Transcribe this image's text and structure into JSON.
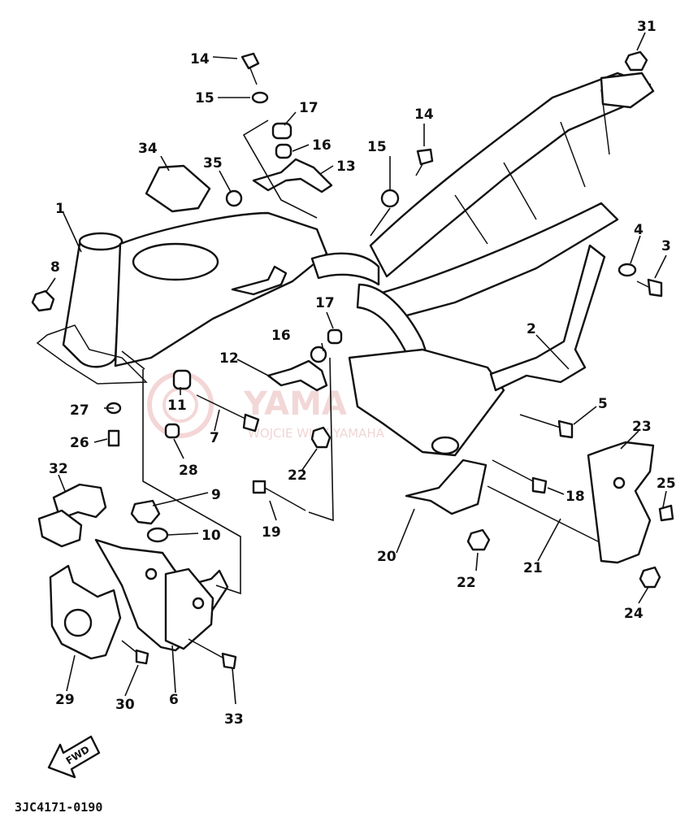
{
  "diagram_code": "3JC4171-0190",
  "watermark": {
    "title": "YAMA",
    "subtitle": "WOJCIE    WICZ      YAMAHA"
  },
  "fwd_label": "FWD",
  "callouts": [
    {
      "id": "c1",
      "label": "1"
    },
    {
      "id": "c2",
      "label": "2"
    },
    {
      "id": "c3",
      "label": "3"
    },
    {
      "id": "c4",
      "label": "4"
    },
    {
      "id": "c5",
      "label": "5"
    },
    {
      "id": "c6",
      "label": "6"
    },
    {
      "id": "c7",
      "label": "7"
    },
    {
      "id": "c8",
      "label": "8"
    },
    {
      "id": "c9",
      "label": "9"
    },
    {
      "id": "c10",
      "label": "10"
    },
    {
      "id": "c11",
      "label": "11"
    },
    {
      "id": "c12",
      "label": "12"
    },
    {
      "id": "c13",
      "label": "13"
    },
    {
      "id": "c14a",
      "label": "14"
    },
    {
      "id": "c14b",
      "label": "14"
    },
    {
      "id": "c15a",
      "label": "15"
    },
    {
      "id": "c15b",
      "label": "15"
    },
    {
      "id": "c16a",
      "label": "16"
    },
    {
      "id": "c16b",
      "label": "16"
    },
    {
      "id": "c17a",
      "label": "17"
    },
    {
      "id": "c17b",
      "label": "17"
    },
    {
      "id": "c18",
      "label": "18"
    },
    {
      "id": "c19",
      "label": "19"
    },
    {
      "id": "c20",
      "label": "20"
    },
    {
      "id": "c21",
      "label": "21"
    },
    {
      "id": "c22a",
      "label": "22"
    },
    {
      "id": "c22b",
      "label": "22"
    },
    {
      "id": "c23",
      "label": "23"
    },
    {
      "id": "c24",
      "label": "24"
    },
    {
      "id": "c25",
      "label": "25"
    },
    {
      "id": "c26",
      "label": "26"
    },
    {
      "id": "c27",
      "label": "27"
    },
    {
      "id": "c28",
      "label": "28"
    },
    {
      "id": "c29",
      "label": "29"
    },
    {
      "id": "c30",
      "label": "30"
    },
    {
      "id": "c31",
      "label": "31"
    },
    {
      "id": "c32",
      "label": "32"
    },
    {
      "id": "c33",
      "label": "33"
    },
    {
      "id": "c34",
      "label": "34"
    },
    {
      "id": "c35",
      "label": "35"
    }
  ]
}
